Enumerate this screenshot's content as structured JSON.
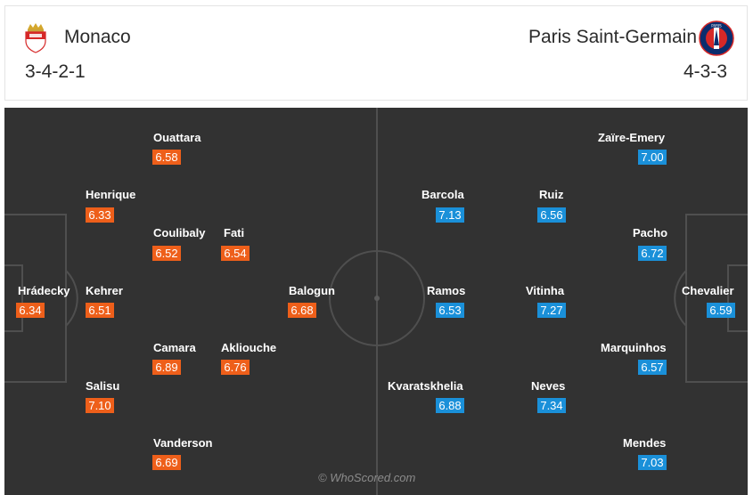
{
  "home": {
    "name": "Monaco",
    "formation": "3-4-2-1",
    "crest": "monaco-crest-icon",
    "rating_color": "#ee5f1a",
    "players": [
      {
        "name": "Hrádecky",
        "rating": "6.34"
      },
      {
        "name": "Henrique",
        "rating": "6.33"
      },
      {
        "name": "Kehrer",
        "rating": "6.51"
      },
      {
        "name": "Salisu",
        "rating": "7.10"
      },
      {
        "name": "Ouattara",
        "rating": "6.58"
      },
      {
        "name": "Coulibaly",
        "rating": "6.52"
      },
      {
        "name": "Fati",
        "rating": "6.54"
      },
      {
        "name": "Camara",
        "rating": "6.89"
      },
      {
        "name": "Akliouche",
        "rating": "6.76"
      },
      {
        "name": "Vanderson",
        "rating": "6.69"
      },
      {
        "name": "Balogun",
        "rating": "6.68"
      }
    ]
  },
  "away": {
    "name": "Paris Saint-Germain",
    "formation": "4-3-3",
    "crest": "psg-crest-icon",
    "rating_color": "#1a90d9",
    "players": [
      {
        "name": "Zaïre-Emery",
        "rating": "7.00"
      },
      {
        "name": "Barcola",
        "rating": "7.13"
      },
      {
        "name": "Ruiz",
        "rating": "6.56"
      },
      {
        "name": "Pacho",
        "rating": "6.72"
      },
      {
        "name": "Ramos",
        "rating": "6.53"
      },
      {
        "name": "Vitinha",
        "rating": "7.27"
      },
      {
        "name": "Chevalier",
        "rating": "6.59"
      },
      {
        "name": "Marquinhos",
        "rating": "6.57"
      },
      {
        "name": "Kvaratskhelia",
        "rating": "6.88"
      },
      {
        "name": "Neves",
        "rating": "7.34"
      },
      {
        "name": "Mendes",
        "rating": "7.03"
      }
    ]
  },
  "watermark": "© WhoScored.com"
}
